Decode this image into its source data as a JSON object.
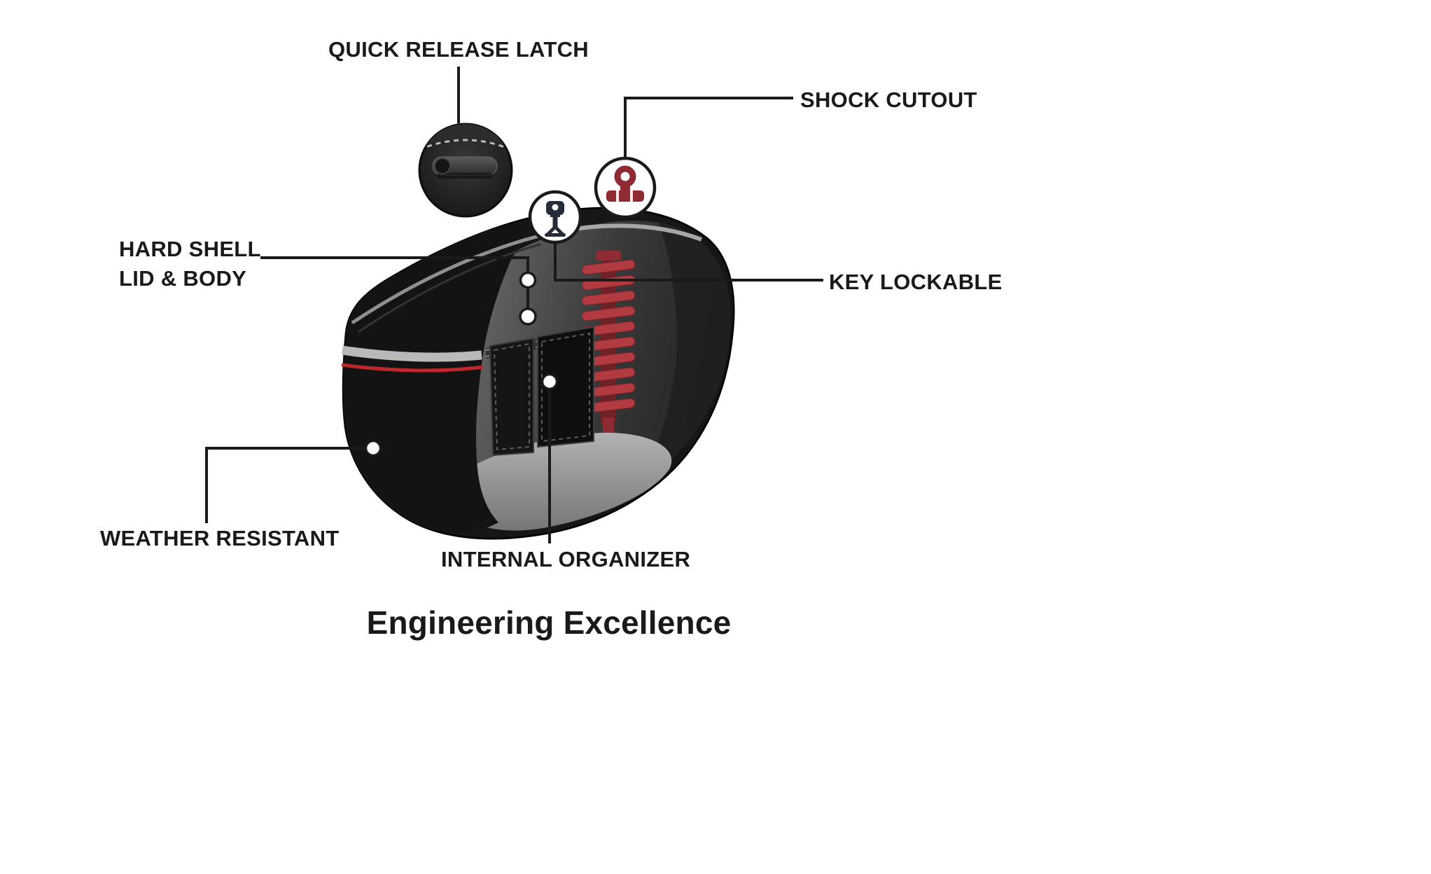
{
  "page": {
    "caption": "Engineering Excellence",
    "background": "#ffffff"
  },
  "callouts": {
    "quick_release_latch": {
      "label": "QUICK RELEASE LATCH",
      "icon": "latch-detail-icon"
    },
    "shock_cutout": {
      "label": "SHOCK CUTOUT",
      "icon": "shock-absorber-icon"
    },
    "hard_shell": {
      "label_line1": "HARD SHELL",
      "label_line2": "LID & BODY"
    },
    "key_lockable": {
      "label": "KEY LOCKABLE",
      "icon": "key-icon"
    },
    "weather_resistant": {
      "label": "WEATHER RESISTANT"
    },
    "internal_organizer": {
      "label": "INTERNAL ORGANIZER"
    }
  },
  "colors": {
    "label_text": "#1a1a1a",
    "callout_line": "#1a1a1a",
    "bag_black": "#161616",
    "stripe_silver": "#b9b9b9",
    "pinstripe_red": "#c0272d",
    "spring_red": "#b23b41",
    "icon_maroon": "#8e2b33"
  }
}
